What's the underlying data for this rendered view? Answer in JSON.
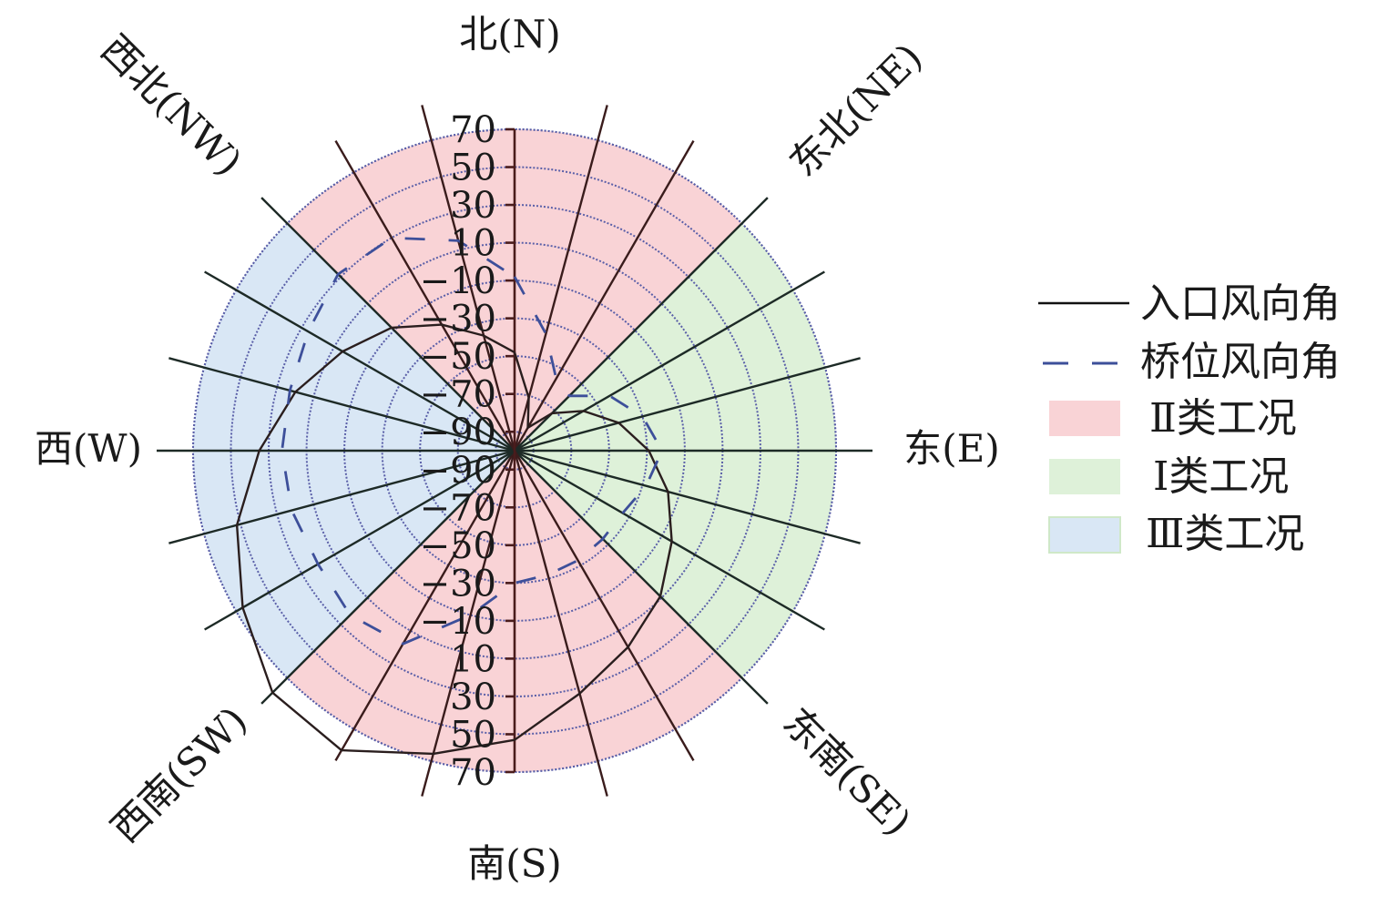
{
  "chart_data": {
    "type": "polar-line",
    "title": "",
    "angular_axis": {
      "unit": "degrees clockwise from north",
      "spokes_step": 15,
      "direction_labels": [
        {
          "angle": 0,
          "label": "北(N)"
        },
        {
          "angle": 45,
          "label": "东北(NE)"
        },
        {
          "angle": 90,
          "label": "东(E)"
        },
        {
          "angle": 135,
          "label": "东南(SE)"
        },
        {
          "angle": 180,
          "label": "南(S)"
        },
        {
          "angle": 225,
          "label": "西南(SW)"
        },
        {
          "angle": 270,
          "label": "西(W)"
        },
        {
          "angle": 315,
          "label": "西北(NW)"
        }
      ]
    },
    "radial_axis": {
      "range": [
        -100,
        70
      ],
      "ticks": [
        70,
        50,
        30,
        10,
        -10,
        -30,
        -50,
        -70,
        -90
      ],
      "tick_labels": [
        "70",
        "50",
        "30",
        "10",
        "−10",
        "−30",
        "−50",
        "−70",
        "−90"
      ],
      "grid": true
    },
    "sectors": [
      {
        "name": "Ⅱ类工况",
        "from": 315,
        "to": 45,
        "color": "#f9d3d6"
      },
      {
        "name": "Ⅰ类工况",
        "from": 45,
        "to": 135,
        "color": "#def1d9"
      },
      {
        "name": "Ⅱ类工况",
        "from": 135,
        "to": 225,
        "color": "#f9d3d6"
      },
      {
        "name": "Ⅲ类工况",
        "from": 225,
        "to": 315,
        "color": "#d9e7f5"
      }
    ],
    "angles": [
      0,
      15,
      30,
      45,
      60,
      75,
      90,
      105,
      120,
      135,
      150,
      165,
      180,
      195,
      210,
      225,
      240,
      255,
      270,
      285,
      300,
      315,
      330,
      345
    ],
    "series": [
      {
        "name": "入口风向角",
        "style": "solid",
        "color": "#2a1e1e",
        "values": [
          -48,
          -71,
          -86,
          -72,
          -58,
          -43,
          -29,
          -16,
          -4,
          9,
          20,
          33,
          53,
          66,
          83,
          81,
          66,
          52,
          35,
          20,
          5,
          -8,
          -23,
          -37
        ]
      },
      {
        "name": "桥位风向角",
        "style": "dashed",
        "color": "#3d4f9a",
        "values": [
          -8,
          -36,
          -56,
          -59,
          -42,
          -30,
          -22,
          -28,
          -34,
          -34,
          -33,
          -32,
          -30,
          -10,
          18,
          23,
          20,
          22,
          23,
          23,
          26,
          32,
          30,
          15
        ]
      }
    ],
    "legend": {
      "placement": "right",
      "entries": [
        "入口风向角",
        "桥位风向角",
        "Ⅱ类工况",
        "Ⅰ类工况",
        "Ⅲ类工况"
      ]
    }
  }
}
